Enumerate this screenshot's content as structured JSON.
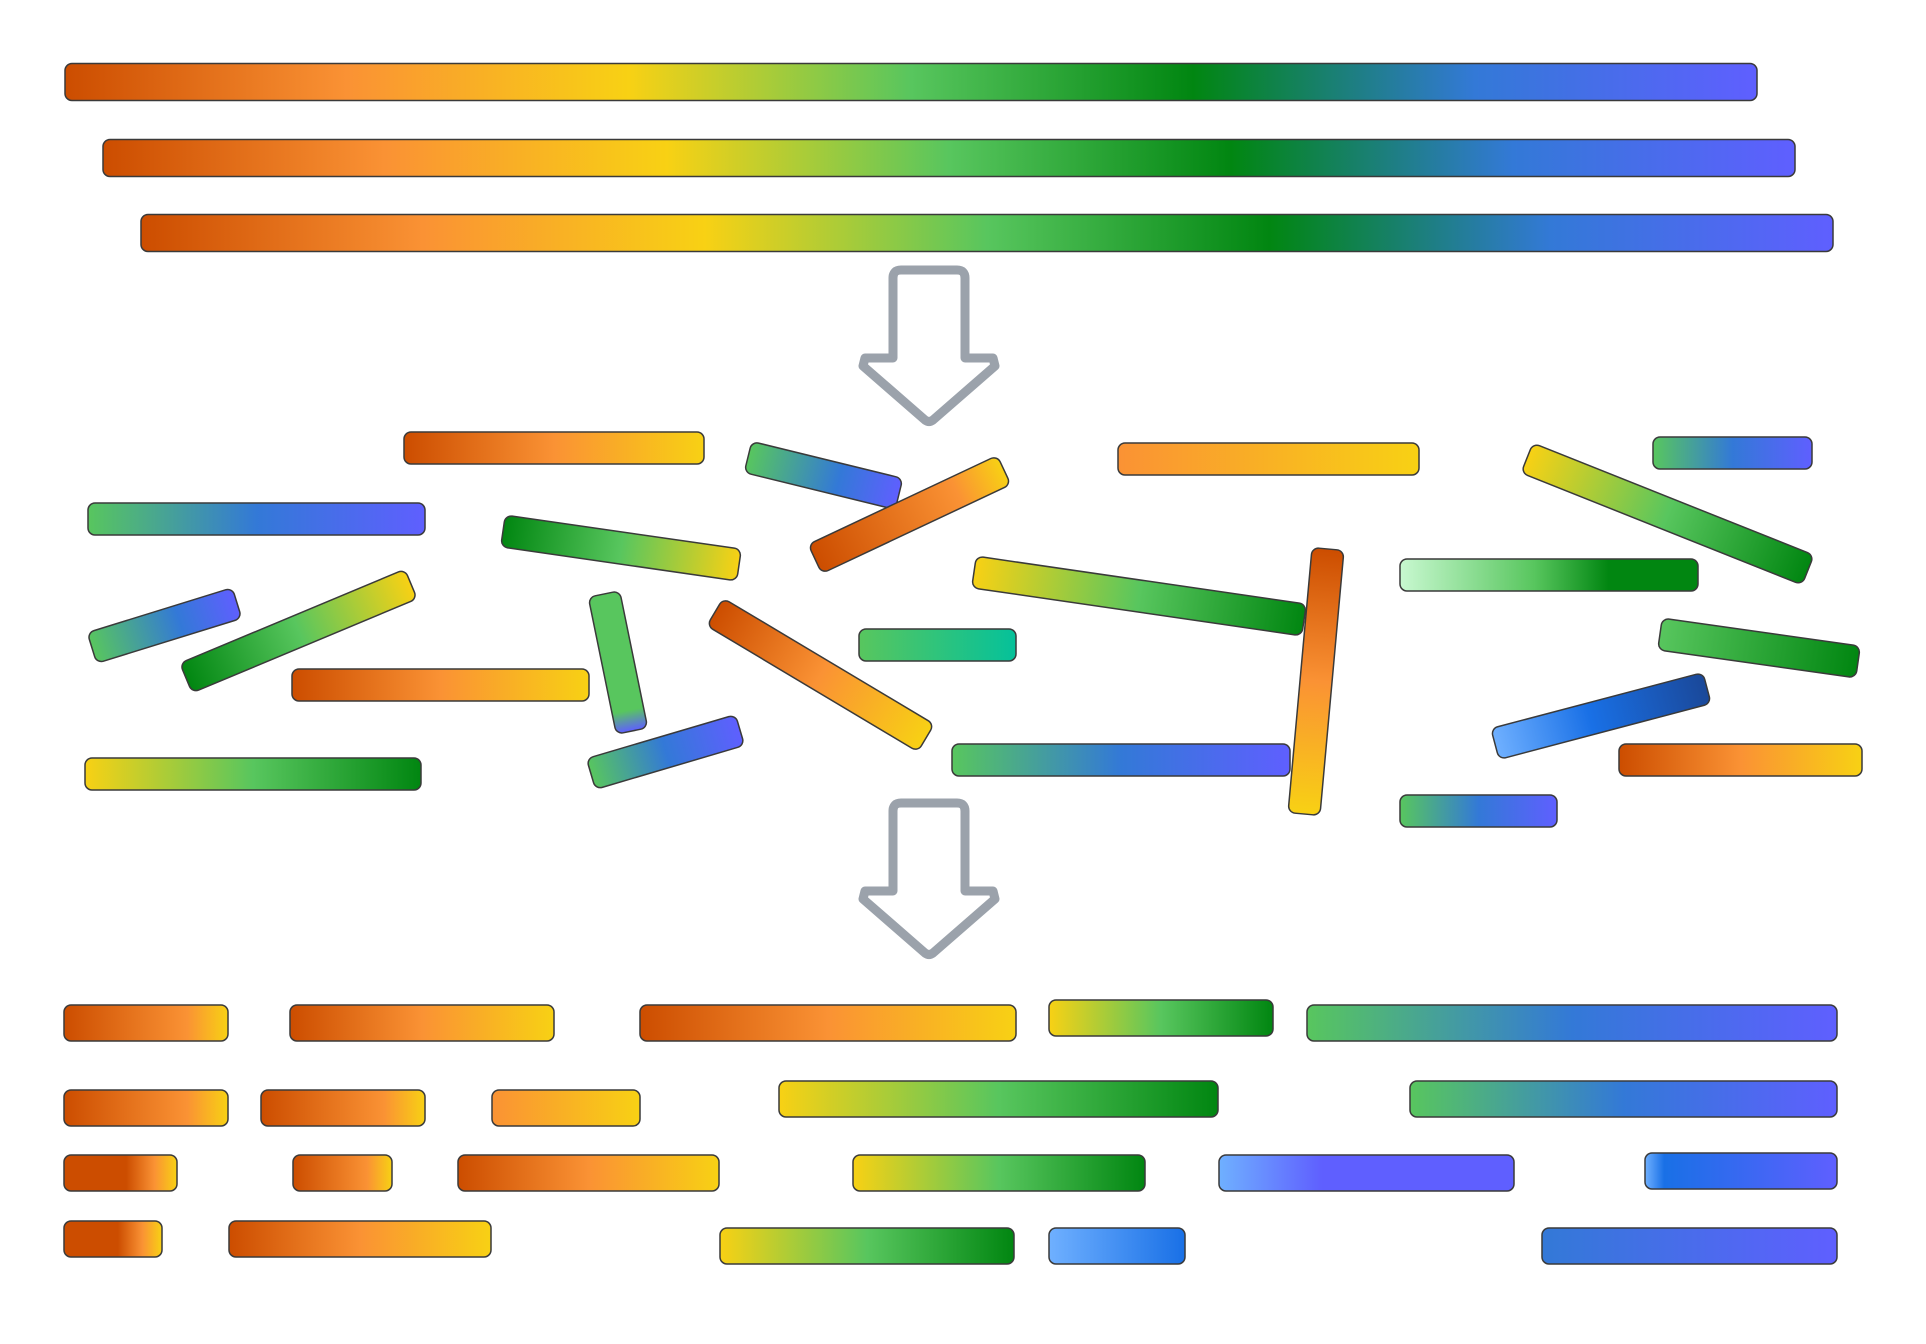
{
  "diagram": {
    "type": "fragmentation-schematic",
    "stages": [
      {
        "name": "full-length-strands",
        "count": 3,
        "gradient": "full"
      },
      {
        "name": "randomly-broken-fragments",
        "count": 26
      },
      {
        "name": "aligned-fragment-library",
        "count": 23
      }
    ],
    "arrows": [
      {
        "name": "down-arrow-1",
        "direction": "down",
        "from": "full-length-strands",
        "to": "randomly-broken-fragments"
      },
      {
        "name": "down-arrow-2",
        "direction": "down",
        "from": "randomly-broken-fragments",
        "to": "aligned-fragment-library"
      }
    ]
  },
  "colors": {
    "gradient_stops": [
      "#cc4d00",
      "#fa9234",
      "#f8d114",
      "#58c65e",
      "#018611",
      "#3379d7",
      "#5f5fff"
    ],
    "orange_dark": "#cc4d00",
    "orange": "#fa9234",
    "yellow": "#f8d114",
    "light_green": "#58c65e",
    "green": "#018611",
    "pale_green": "#c8f8d0",
    "teal": "#05c19a",
    "blue": "#3379d7",
    "bright_blue": "#1970e6",
    "navy": "#1a4899",
    "sky_blue": "#6fb0ff",
    "violet": "#5f5fff",
    "stroke": "#3a3a3a",
    "arrow": "#9ba2ab"
  }
}
